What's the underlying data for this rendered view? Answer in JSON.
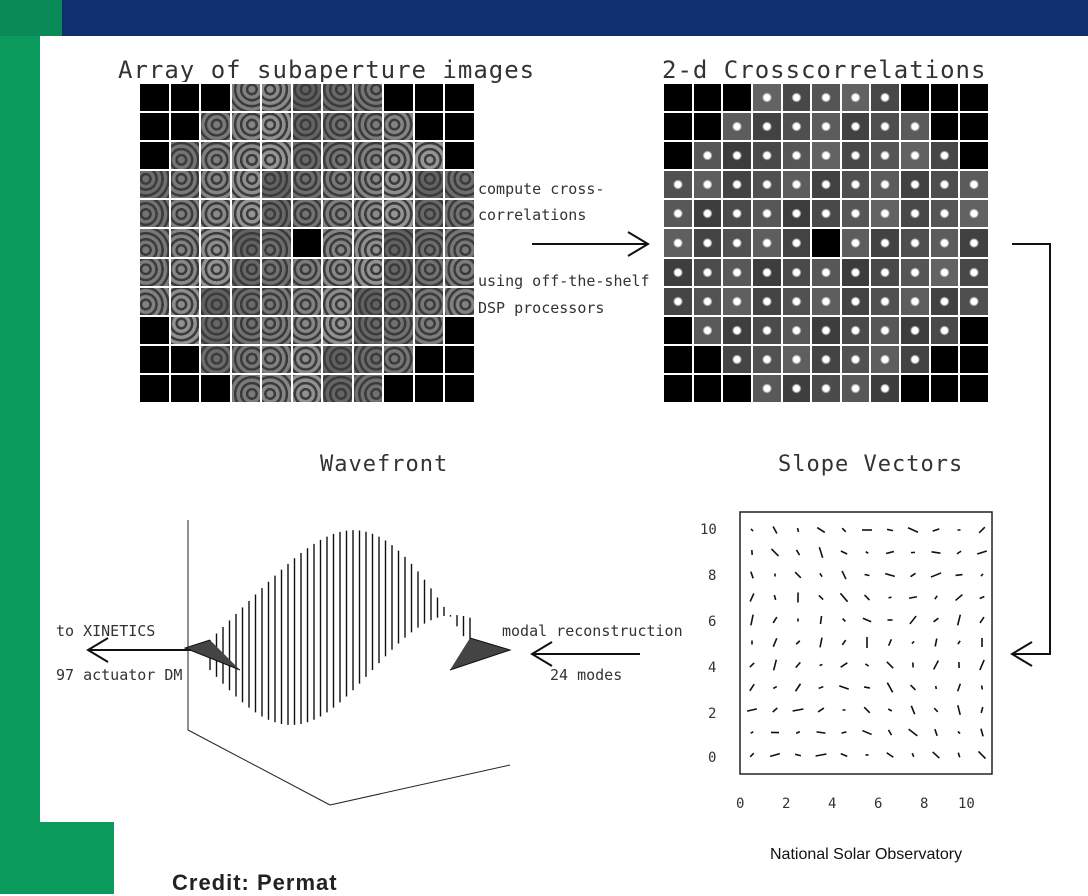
{
  "labels": {
    "array_title": "Array of subaperture images",
    "xcorr_title": "2-d Crosscorrelations",
    "step1_line1": "compute cross-",
    "step1_line2": "correlations",
    "step1_line3": "using off-the-shelf",
    "step1_line4": "DSP processors",
    "wavefront_title": "Wavefront",
    "slope_title": "Slope Vectors",
    "step2_line1": "modal reconstruction",
    "step2_line2": "24 modes",
    "output_line1": "to XINETICS",
    "output_line2": "97 actuator DM",
    "source": "National Solar Observatory",
    "credit": "Credit: Permat"
  },
  "slope_plot": {
    "x_ticks": [
      "0",
      "2",
      "4",
      "6",
      "8",
      "10"
    ],
    "y_ticks": [
      "10",
      "8",
      "6",
      "4",
      "2",
      "0"
    ]
  },
  "colors": {
    "header_bar": "#0f2f6e",
    "accent_green": "#0a9a5c"
  }
}
